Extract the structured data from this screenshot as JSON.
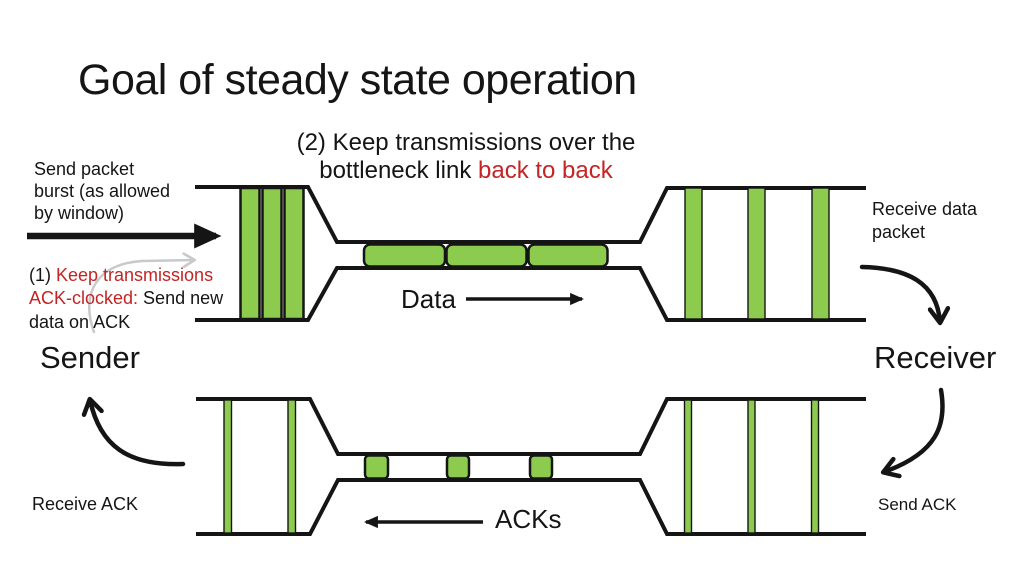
{
  "slide": {
    "title": "Goal of steady state operation",
    "notes": {
      "note2_line1": "(2) Keep transmissions over the",
      "note2_line2_black": "bottleneck link ",
      "note2_line2_red": "back to back",
      "note1_prefix": "(1) ",
      "note1_red_line1": "Keep transmissions",
      "note1_red_line2": "ACK-clocked:",
      "note1_black_line2": " Send new",
      "note1_line3": "data on ACK",
      "send_burst_line1": "Send packet",
      "send_burst_line2": "burst (as allowed",
      "send_burst_line3": "by window)"
    },
    "labels": {
      "sender": "Sender",
      "receiver": "Receiver",
      "data": "Data",
      "acks": "ACKs",
      "receive_data_line1": "Receive data",
      "receive_data_line2": "packet",
      "receive_ack": "Receive ACK",
      "send_ack": "Send ACK"
    },
    "diagram": {
      "top_pipe_sender_queue_packets": 3,
      "top_pipe_bottleneck_packets": 3,
      "top_pipe_receiver_packets": 3,
      "bottom_pipe_receiver_acks": 3,
      "bottom_pipe_bottleneck_acks": 3,
      "bottom_pipe_sender_acks": 2
    },
    "colors": {
      "packet_green": "#8ccb4e",
      "accent_red": "#c42424",
      "ink": "#151515",
      "faint_gray": "#c9c9c9",
      "background": "#ffffff"
    }
  }
}
